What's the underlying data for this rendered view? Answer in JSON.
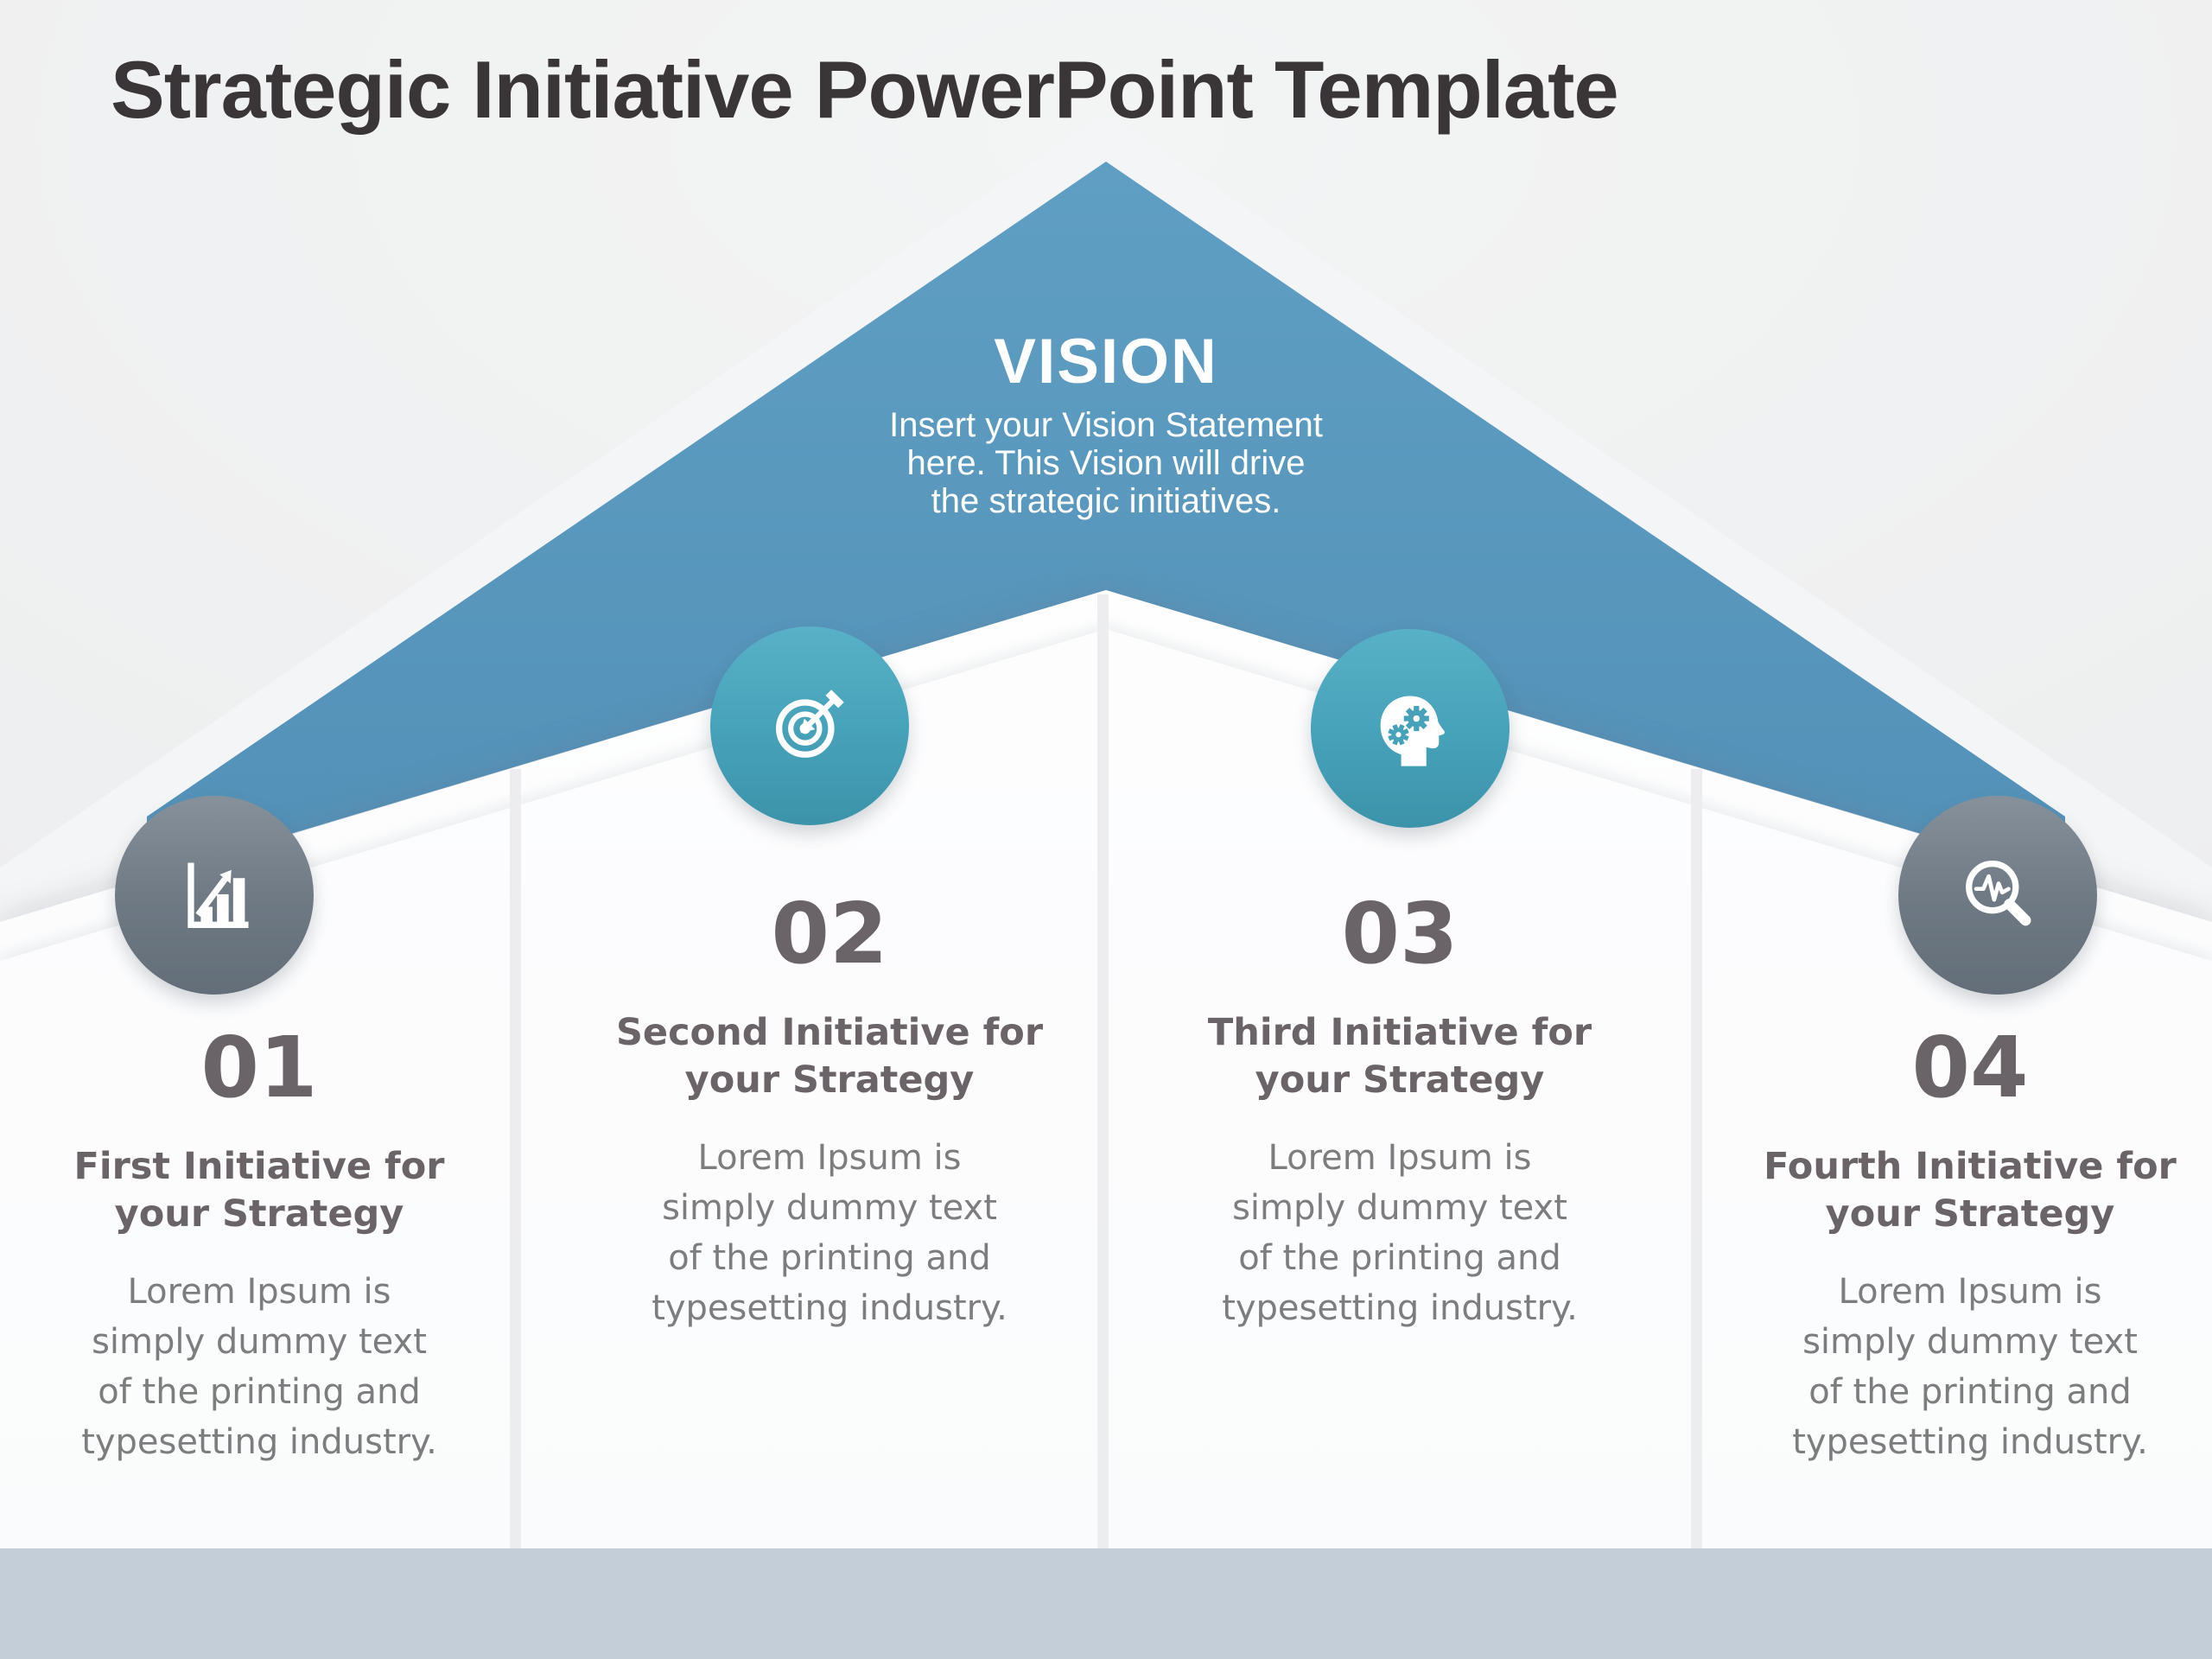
{
  "title": "Strategic Initiative PowerPoint Template",
  "vision": {
    "label": "VISION",
    "statement_lines": [
      "Insert your Vision Statement",
      "here. This Vision will drive",
      "the strategic initiatives."
    ]
  },
  "initiatives": [
    {
      "number": "01",
      "icon": "growth-chart-icon",
      "circle_color": "gray",
      "heading_lines": [
        "First Initiative for",
        "your Strategy"
      ],
      "body_lines": [
        "Lorem Ipsum is",
        "simply dummy text",
        "of the printing and",
        "typesetting industry."
      ]
    },
    {
      "number": "02",
      "icon": "target-arrow-icon",
      "circle_color": "teal",
      "heading_lines": [
        "Second Initiative for",
        "your Strategy"
      ],
      "body_lines": [
        "Lorem Ipsum is",
        "simply dummy text",
        "of the printing and",
        "typesetting industry."
      ]
    },
    {
      "number": "03",
      "icon": "head-gears-icon",
      "circle_color": "teal",
      "heading_lines": [
        "Third Initiative for",
        "your Strategy"
      ],
      "body_lines": [
        "Lorem Ipsum is",
        "simply dummy text",
        "of the printing and",
        "typesetting industry."
      ]
    },
    {
      "number": "04",
      "icon": "magnifier-pulse-icon",
      "circle_color": "gray",
      "heading_lines": [
        "Fourth Initiative for",
        "your Strategy"
      ],
      "body_lines": [
        "Lorem Ipsum is",
        "simply dummy text",
        "of the printing and",
        "typesetting industry."
      ]
    }
  ],
  "colors": {
    "vision_blue": "#5593ba",
    "teal_circle": "#46a2b9",
    "gray_circle": "#6f7a85",
    "footer_bar": "#c3ced9",
    "heading_gray": "#6a6367",
    "body_gray": "#7d7c7f",
    "title_dark": "#3a3637",
    "background": "#eef0f0",
    "panel_white": "#ffffff"
  }
}
